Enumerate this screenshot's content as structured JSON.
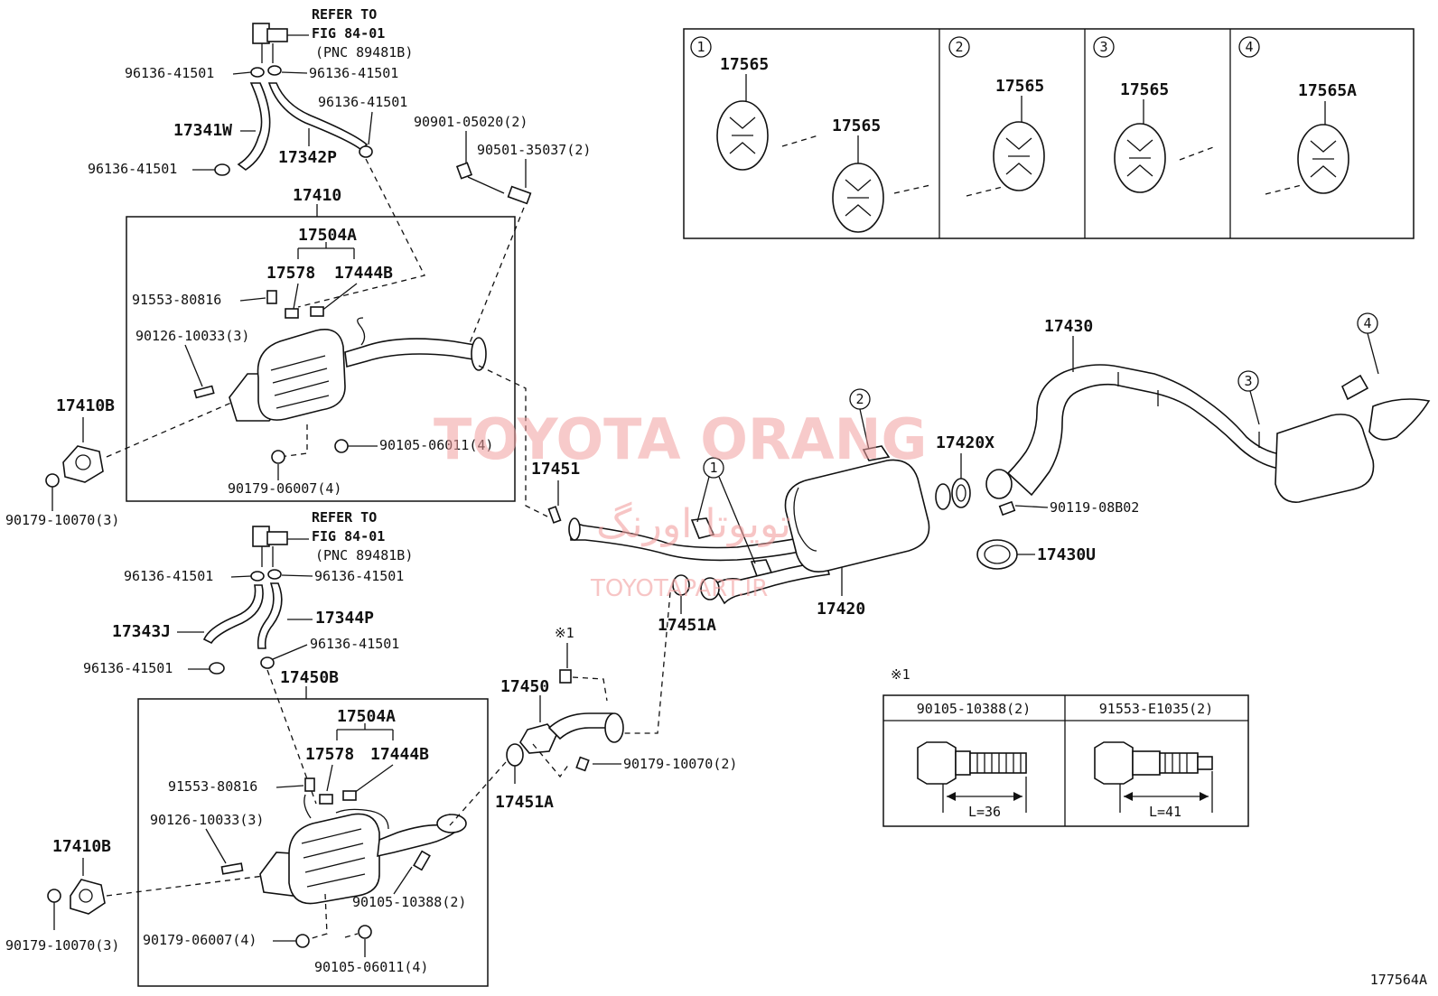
{
  "refer": {
    "line1": "REFER TO",
    "line2": "FIG 84-01",
    "line3": "(PNC 89481B)"
  },
  "labels": {
    "p96136": "96136-41501",
    "p17341W": "17341W",
    "p17342P": "17342P",
    "p90901": "90901-05020(2)",
    "p90501": "90501-35037(2)",
    "p17410": "17410",
    "p17504A": "17504A",
    "p17578": "17578",
    "p17444B": "17444B",
    "p91553": "91553-80816",
    "p90126": "90126-10033(3)",
    "p17410B": "17410B",
    "p90179_10070": "90179-10070(3)",
    "p90105_06011": "90105-06011(4)",
    "p90179_06007": "90179-06007(4)",
    "p17451": "17451",
    "p17343J": "17343J",
    "p17344P": "17344P",
    "p17450B": "17450B",
    "p17450": "17450",
    "p17451A": "17451A",
    "p90179_10070_2": "90179-10070(2)",
    "p90105_10388": "90105-10388(2)",
    "p90179_06007b": "90179-06007(4)",
    "p17420": "17420",
    "p17420X": "17420X",
    "p90119": "90119-08B02",
    "p17430U": "17430U",
    "p17430": "17430",
    "p17565": "17565",
    "p17565A": "17565A",
    "note_mark": "※1",
    "figure_id": "177564A"
  },
  "callouts": [
    "1",
    "2",
    "3",
    "4"
  ],
  "bolt_table": {
    "headers": [
      "90105-10388(2)",
      "91553-E1035(2)"
    ],
    "lengths": [
      "L=36",
      "L=41"
    ]
  },
  "watermark": {
    "main": "TOYOTA ORANG",
    "persian": "تویوتا اورنگ",
    "site": "TOYOTAPART.IR",
    "color": "#f2a0a0"
  }
}
